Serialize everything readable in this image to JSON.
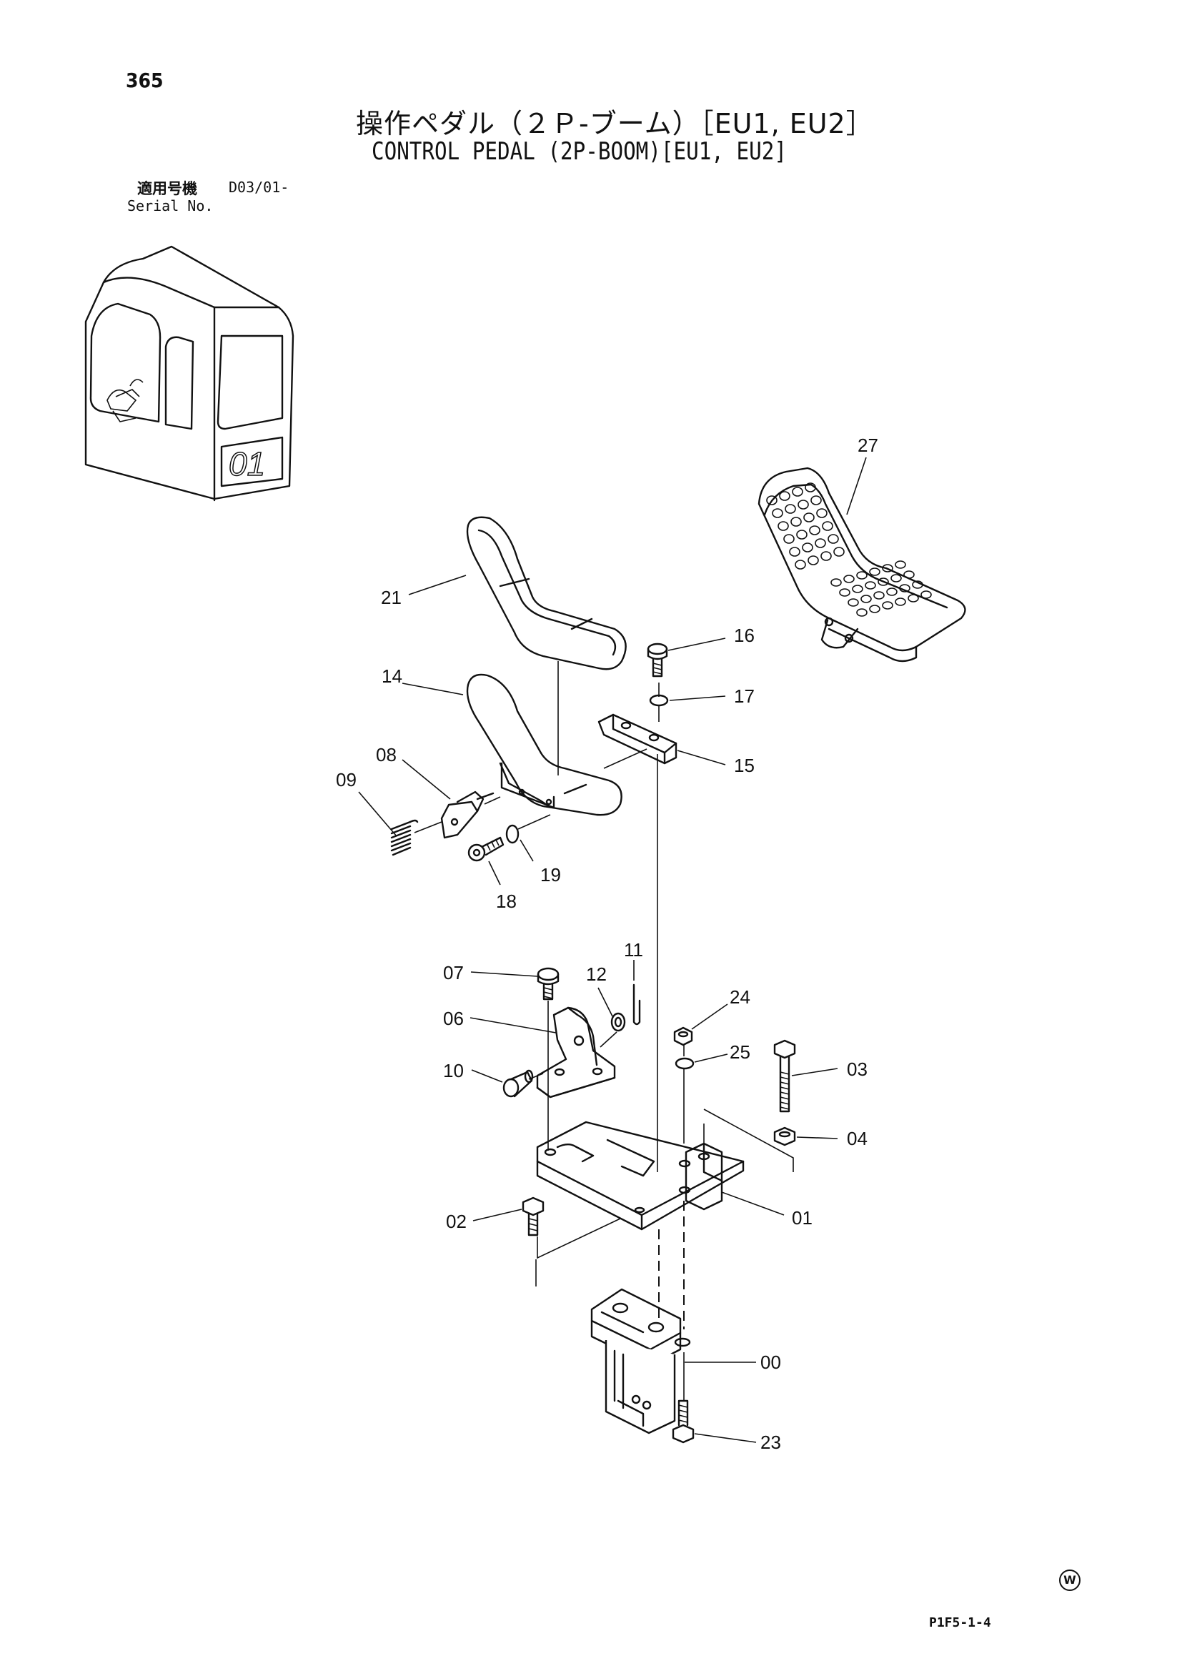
{
  "page_number": "365",
  "title_jp": "操作ペダル（２Ｐ-ブーム）［EU1, EU2］",
  "title_en": "CONTROL PEDAL (2P-BOOM)[EU1, EU2]",
  "serial_label_jp": "適用号機",
  "serial_value": "D03/01-",
  "serial_label_en": "Serial No.",
  "cab_mark": "01",
  "drawing_code": "P1F5-1-4",
  "watermark_symbol": "W",
  "part_labels": {
    "p27": "27",
    "p21": "21",
    "p16": "16",
    "p14": "14",
    "p17": "17",
    "p08": "08",
    "p15": "15",
    "p09": "09",
    "p19": "19",
    "p18": "18",
    "p11": "11",
    "p07": "07",
    "p12": "12",
    "p24": "24",
    "p06": "06",
    "p25": "25",
    "p03": "03",
    "p10": "10",
    "p04": "04",
    "p01": "01",
    "p02": "02",
    "p00": "00",
    "p23": "23"
  }
}
